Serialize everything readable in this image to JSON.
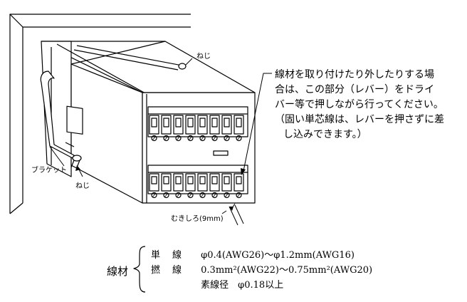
{
  "labels": {
    "screw_top": "ねじ",
    "bracket": "ブラケット",
    "screw_bottom": "ねじ",
    "strip_length": "むきしろ(9mm)"
  },
  "note": {
    "lines": [
      "線材を取り付けたり外したりする場",
      "合は、この部分（レバー）をドライ",
      "バー等で押しながら行ってください。",
      "（固い単芯線は、レバーを押さずに差",
      "し込みできます。）"
    ]
  },
  "spec": {
    "title": "線材",
    "rows": [
      {
        "key": "単　線",
        "value": "φ0.4(AWG26)～φ1.2mm(AWG16)"
      },
      {
        "key": "撚　線",
        "value": "0.3mm²(AWG22)～0.75mm²(AWG20)"
      },
      {
        "key": "",
        "value": "素線径　φ0.18以上"
      }
    ]
  }
}
